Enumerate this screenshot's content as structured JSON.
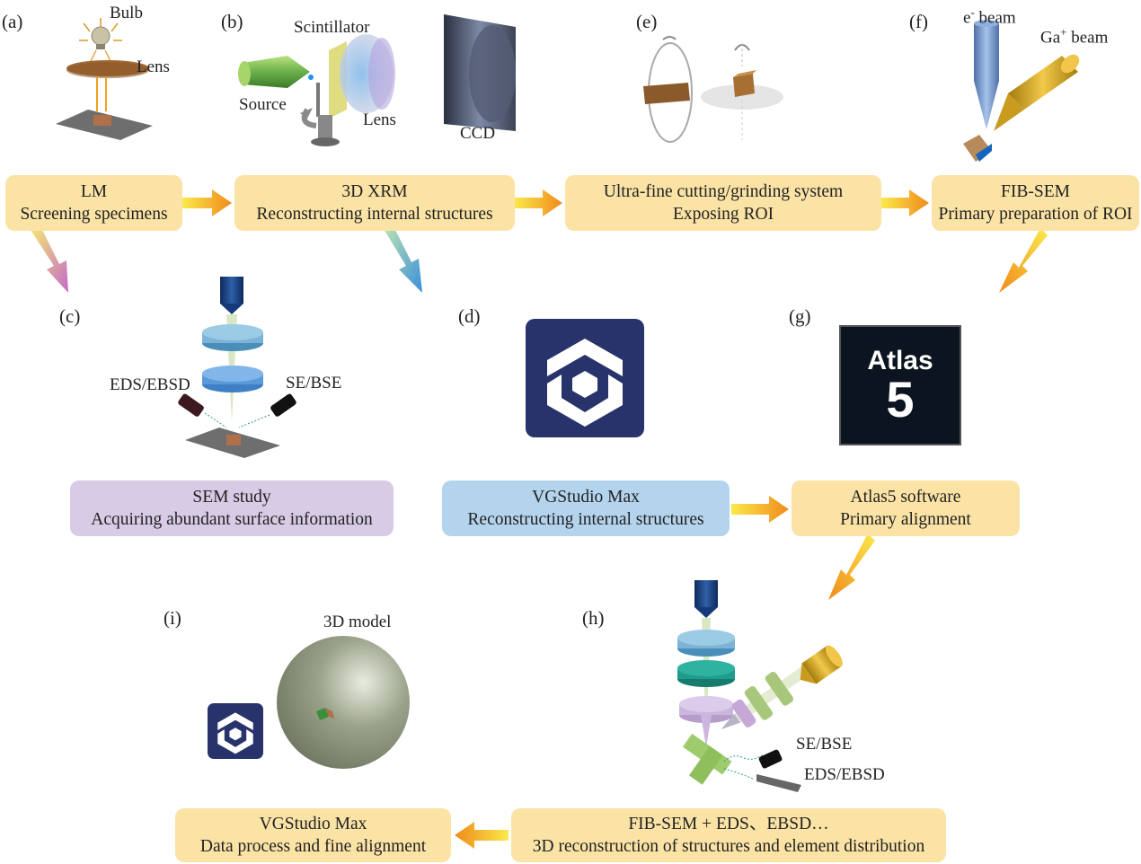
{
  "panels": {
    "a": "(a)",
    "b": "(b)",
    "c": "(c)",
    "d": "(d)",
    "e": "(e)",
    "f": "(f)",
    "g": "(g)",
    "h": "(h)",
    "i": "(i)"
  },
  "labels": {
    "bulb": "Bulb",
    "lens_a": "Lens",
    "scintillator": "Scintillator",
    "source": "Source",
    "lens_b": "Lens",
    "ccd": "CCD",
    "e_beam_prefix": "e",
    "e_beam_sup": "-",
    "e_beam_suffix": " beam",
    "ga_beam_prefix": "Ga",
    "ga_beam_sup": "+",
    "ga_beam_suffix": " beam",
    "eds_c": "EDS/EBSD",
    "se_c": "SE/BSE",
    "model": "3D model",
    "se_h": "SE/BSE",
    "eds_h": "EDS/EBSD",
    "atlas_word": "Atlas",
    "atlas_num": "5"
  },
  "boxes": {
    "lm": {
      "line1": "LM",
      "line2": "Screening specimens"
    },
    "xrm": {
      "line1": "3D XRM",
      "line2": "Reconstructing internal structures"
    },
    "cut": {
      "line1": "Ultra-fine cutting/grinding system",
      "line2": "Exposing ROI"
    },
    "fib": {
      "line1": "FIB-SEM",
      "line2": "Primary preparation of ROI"
    },
    "sem": {
      "line1": "SEM study",
      "line2": "Acquiring abundant surface information"
    },
    "vg1": {
      "line1": "VGStudio Max",
      "line2": "Reconstructing internal structures"
    },
    "atlas": {
      "line1": "Atlas5 software",
      "line2": "Primary alignment"
    },
    "fibeds": {
      "line1": "FIB-SEM + EDS、EBSD…",
      "line2": "3D reconstruction of structures and element distribution"
    },
    "vg2": {
      "line1": "VGStudio Max",
      "line2": "Data process and fine alignment"
    }
  },
  "colors": {
    "box_yellow": "#fbe3a6",
    "box_purple": "#d7cbe5",
    "box_blue": "#b4d4ee",
    "logo_navy": "#27336a",
    "arrow_yellow": "#f7c600",
    "arrow_orange": "#f08a1c"
  }
}
